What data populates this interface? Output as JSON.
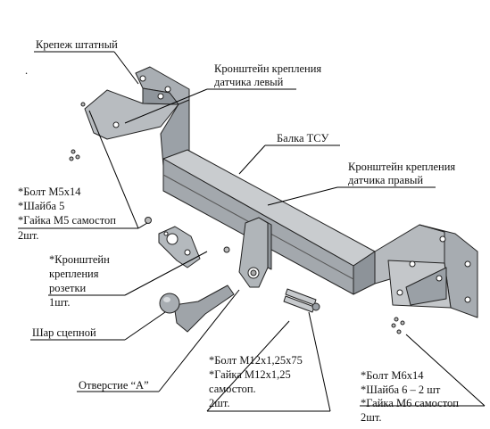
{
  "labels": {
    "krepezh": "Крепеж штатный",
    "dot": ".",
    "bracket_left_1": "Кронштейн крепления",
    "bracket_left_2": "датчика  левый",
    "beam": "Балка ТСУ",
    "bracket_right_1": "Кронштейн крепления",
    "bracket_right_2": "датчика  правый",
    "m5_1": "*Болт М5х14",
    "m5_2": "*Шайба 5",
    "m5_3": "*Гайка М5 самостоп",
    "m5_4": "2шт.",
    "socket_1": "*Кронштейн",
    "socket_2": "крепления",
    "socket_3": "розетки",
    "socket_4": "1шт.",
    "ball": "Шар сцепной",
    "hole": "Отверстие “А”",
    "m12_1": "*Болт М12х1,25х75",
    "m12_2": "*Гайка М12х1,25",
    "m12_3": "самостоп.",
    "m12_4": "2шт.",
    "m6_1": "*Болт М6х14",
    "m6_2": "*Шайба 6 – 2 шт",
    "m6_3": "*Гайка М6 самостоп",
    "m6_4": "2шт."
  }
}
